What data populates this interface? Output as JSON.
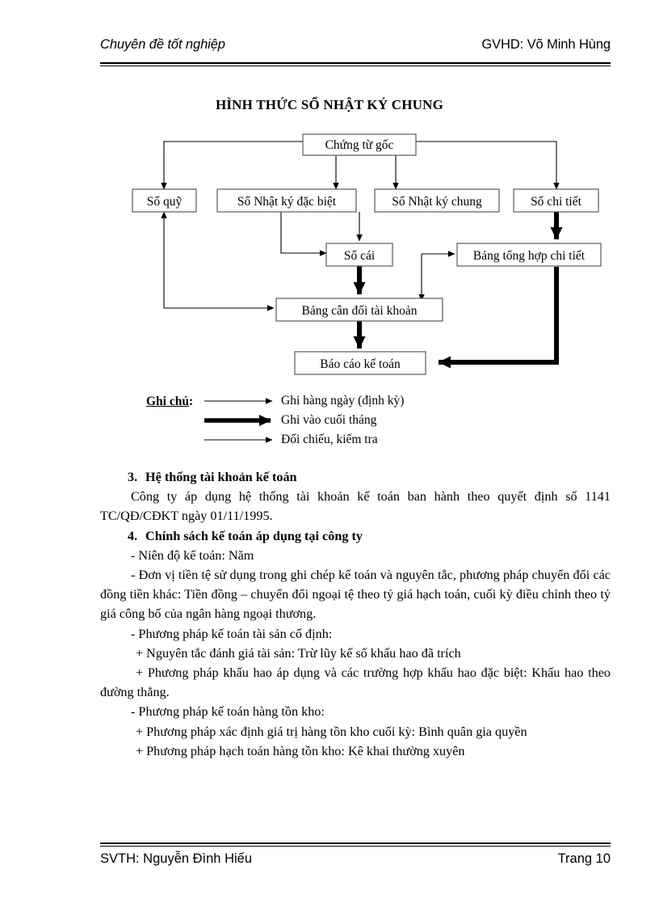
{
  "header": {
    "left": "Chuyên đề tốt nghiệp",
    "right": "GVHD: Võ Minh Hùng"
  },
  "footer": {
    "left": "SVTH: Nguyễn Đình Hiếu",
    "right": "Trang 10"
  },
  "diagram": {
    "title": "HÌNH THỨC SỔ NHẬT KÝ CHUNG",
    "nodes": {
      "source_doc": "Chứng từ gốc",
      "cash_book": "Sổ quỹ",
      "special_journal": "Sổ Nhật ký đặc biệt",
      "general_journal": "Sổ Nhật ký chung",
      "detail_book": "Sổ chi tiết",
      "ledger": "Sổ cái",
      "detail_summary": "Bảng tổng hợp chi tiết",
      "trial_balance": "Bảng cân đối tài khoản",
      "financial_report": "Báo cáo kế toán"
    }
  },
  "legend": {
    "title": "Ghi chú",
    "title_colon": ":",
    "items": [
      {
        "style": "thin-arrow",
        "label": "Ghi hàng ngày (định kỳ)"
      },
      {
        "style": "thick-arrow",
        "label": "Ghi vào cuối tháng"
      },
      {
        "style": "thin-arrow",
        "label": "Đối chiếu, kiểm tra"
      }
    ]
  },
  "body": {
    "section3": {
      "number": "3.",
      "heading": "Hệ thống tài khoản kế toán",
      "paragraph": "Công ty áp dụng hệ thống tài khoản kế toán ban hành theo quyết định số 1141 TC/QĐ/CĐKT ngày 01/11/1995."
    },
    "section4": {
      "number": "4.",
      "heading": "Chính sách kế toán áp dụng tại công ty",
      "lines": [
        "- Niên độ kế toán: Năm",
        "- Đơn vị tiền tệ sử dụng trong ghi chép kế toán và nguyên tắc, phương pháp chuyển đổi các đồng tiền khác: Tiền đồng – chuyển đổi ngoại tệ theo tỷ giá hạch toán, cuối kỳ điều chỉnh theo tỷ giá công bố của ngân hàng ngoại thương.",
        "- Phương pháp kế toán tài sản cố định:",
        "+ Nguyên tắc đánh giá tài sản: Trừ lũy kế số khấu hao đã trích",
        "+ Phương pháp khấu hao áp dụng và các trường hợp khấu hao đặc biệt: Khấu hao theo đường thẳng.",
        "- Phương pháp kế toán hàng tồn kho:",
        "+ Phương pháp xác định giá trị hàng tồn kho cuối kỳ: Bình quân gia quyền",
        "+ Phương pháp hạch toán hàng tồn kho: Kê khai thường xuyên"
      ]
    }
  },
  "colors": {
    "text": "#000000",
    "rule": "#000000",
    "box_border": "#5a5a5a",
    "background": "#ffffff"
  }
}
